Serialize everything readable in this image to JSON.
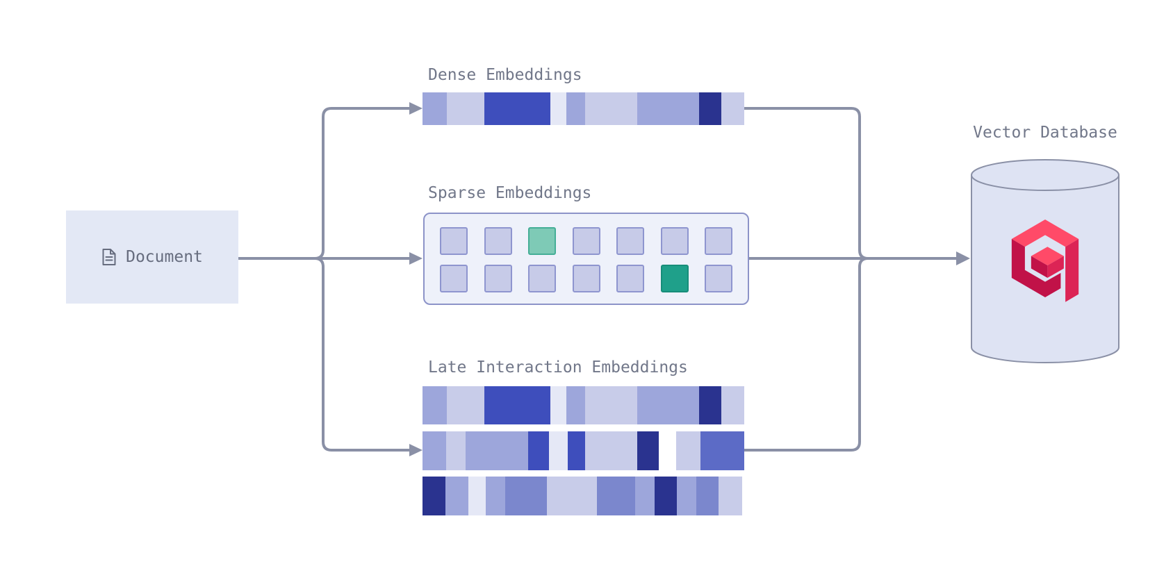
{
  "document": {
    "label": "Document",
    "icon": "file-text-icon"
  },
  "sections": {
    "dense": {
      "label": "Dense Embeddings"
    },
    "sparse": {
      "label": "Sparse Embeddings"
    },
    "late": {
      "label": "Late Interaction Embeddings"
    }
  },
  "database": {
    "label": "Vector Database",
    "logo": "qdrant-logo"
  },
  "colors": {
    "line": "#8A90A6",
    "label_text": "#717789",
    "doc_text": "#666C7E",
    "doc_box_bg": "#E3E8F5",
    "seg_a": "#9DA6DB",
    "seg_b": "#C8CCE9",
    "seg_c": "#3E4EBC",
    "seg_d": "#E5E8F6",
    "seg_e": "#2A338F",
    "seg_f": "#5C6BC6",
    "seg_g": "#7B87CD",
    "panel_bg": "#EEF1FA",
    "panel_border": "#8C93C8",
    "cell_fill": "#C7CBE8",
    "cell_border": "#8E95CF",
    "teal_light": "#7ECAB6",
    "teal_light_border": "#44AE96",
    "teal_dark": "#1FA08A",
    "teal_dark_border": "#178D79",
    "cyl_fill": "#DEE3F3",
    "cyl_stroke": "#8A90A6",
    "q_bright": "#FF4A68",
    "q_mid": "#DC2455",
    "q_dark": "#C11248"
  },
  "embeddings": {
    "dense": {
      "bars": [
        [
          {
            "c": "seg_a",
            "w": 35
          },
          {
            "c": "seg_b",
            "w": 54
          },
          {
            "c": "seg_c",
            "w": 95
          },
          {
            "c": "seg_d",
            "w": 23
          },
          {
            "c": "seg_a",
            "w": 27
          },
          {
            "c": "seg_b",
            "w": 75
          },
          {
            "c": "seg_a",
            "w": 89
          },
          {
            "c": "seg_e",
            "w": 32
          },
          {
            "c": "seg_b",
            "w": 33
          }
        ]
      ]
    },
    "sparse": {
      "rows": 2,
      "cols": 7,
      "cells": [
        "p",
        "p",
        "t1",
        "p",
        "p",
        "p",
        "p",
        "p",
        "p",
        "p",
        "p",
        "p",
        "t2",
        "p"
      ]
    },
    "late": {
      "bars": [
        [
          {
            "c": "seg_a",
            "w": 35
          },
          {
            "c": "seg_b",
            "w": 54
          },
          {
            "c": "seg_c",
            "w": 95
          },
          {
            "c": "seg_d",
            "w": 23
          },
          {
            "c": "seg_a",
            "w": 27
          },
          {
            "c": "seg_b",
            "w": 75
          },
          {
            "c": "seg_a",
            "w": 89
          },
          {
            "c": "seg_e",
            "w": 32
          },
          {
            "c": "seg_b",
            "w": 33
          }
        ],
        [
          {
            "c": "seg_a",
            "w": 34
          },
          {
            "c": "seg_b",
            "w": 28
          },
          {
            "c": "seg_a",
            "w": 90
          },
          {
            "c": "seg_c",
            "w": 30
          },
          {
            "c": "seg_d",
            "w": 27
          },
          {
            "c": "seg_c",
            "w": 25
          },
          {
            "c": "seg_b",
            "w": 75
          },
          {
            "c": "seg_e",
            "w": 31
          },
          {
            "c": "none",
            "w": 25
          },
          {
            "c": "seg_b",
            "w": 35
          },
          {
            "c": "seg_f",
            "w": 63
          }
        ],
        [
          {
            "c": "seg_e",
            "w": 33
          },
          {
            "c": "seg_a",
            "w": 33
          },
          {
            "c": "seg_d",
            "w": 25
          },
          {
            "c": "seg_a",
            "w": 28
          },
          {
            "c": "seg_g",
            "w": 60
          },
          {
            "c": "seg_b",
            "w": 72
          },
          {
            "c": "seg_g",
            "w": 55
          },
          {
            "c": "seg_a",
            "w": 28
          },
          {
            "c": "seg_e",
            "w": 32
          },
          {
            "c": "seg_a",
            "w": 28
          },
          {
            "c": "seg_g",
            "w": 32
          },
          {
            "c": "seg_b",
            "w": 34
          }
        ]
      ]
    }
  }
}
